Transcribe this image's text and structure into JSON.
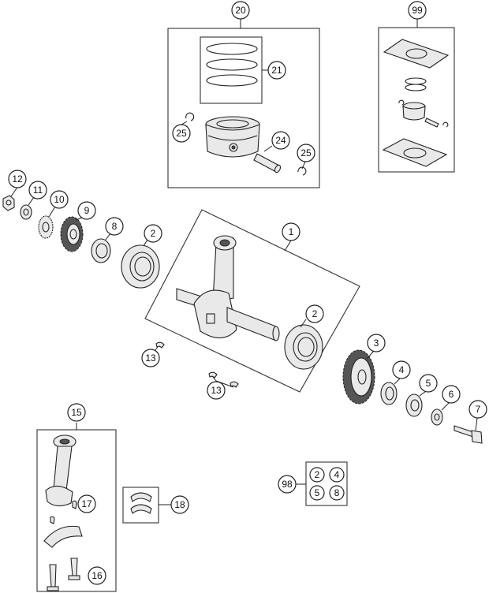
{
  "callouts": {
    "c1": "1",
    "c2a": "2",
    "c2b": "2",
    "c3": "3",
    "c4": "4",
    "c5": "5",
    "c6": "6",
    "c7": "7",
    "c8": "8",
    "c9": "9",
    "c10": "10",
    "c11": "11",
    "c12": "12",
    "c13a": "13",
    "c13b": "13",
    "c15": "15",
    "c16": "16",
    "c17": "17",
    "c18": "18",
    "c20": "20",
    "c21": "21",
    "c24": "24",
    "c25a": "25",
    "c25b": "25",
    "c98": "98",
    "c99": "99"
  },
  "kit98": {
    "items": [
      "2",
      "4",
      "5",
      "8"
    ]
  }
}
